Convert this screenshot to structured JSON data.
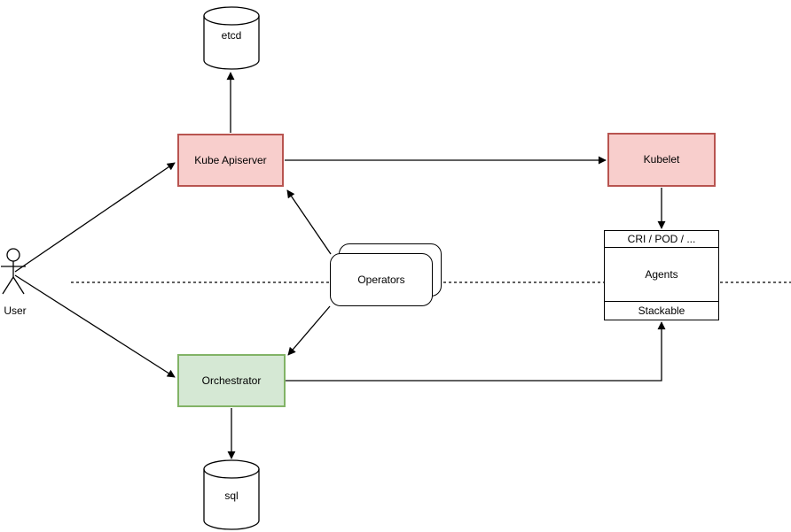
{
  "diagram": {
    "nodes": {
      "user": {
        "label": "User",
        "type": "actor"
      },
      "etcd": {
        "label": "etcd",
        "type": "database-cylinder"
      },
      "kube_apiserver": {
        "label": "Kube Apiserver",
        "fill": "#f8cecc",
        "stroke": "#b85450"
      },
      "kubelet": {
        "label": "Kubelet",
        "fill": "#f8cecc",
        "stroke": "#b85450"
      },
      "operators": {
        "label": "Operators",
        "type": "stacked-rounded-rectangles",
        "fill": "#ffffff",
        "stroke": "#000000"
      },
      "orchestrator": {
        "label": "Orchestrator",
        "fill": "#d5e8d4",
        "stroke": "#82b366"
      },
      "agent_stack": {
        "sections": [
          "CRI / POD / ...",
          "Agents",
          "Stackable"
        ],
        "fill": "#ffffff",
        "stroke": "#000000"
      },
      "sql": {
        "label": "sql",
        "type": "database-cylinder"
      }
    },
    "edges": [
      {
        "from": "user",
        "to": "kube_apiserver",
        "arrow": true
      },
      {
        "from": "user",
        "to": "orchestrator",
        "arrow": true
      },
      {
        "from": "kube_apiserver",
        "to": "etcd",
        "arrow": true
      },
      {
        "from": "kube_apiserver",
        "to": "kubelet",
        "arrow": true
      },
      {
        "from": "operators",
        "to": "kube_apiserver",
        "arrow": true
      },
      {
        "from": "operators",
        "to": "orchestrator",
        "arrow": true
      },
      {
        "from": "kubelet",
        "to": "agent_stack",
        "arrow": true
      },
      {
        "from": "orchestrator",
        "to": "agent_stack",
        "arrow": true,
        "routing": "orthogonal"
      },
      {
        "from": "orchestrator",
        "to": "sql",
        "arrow": true
      }
    ],
    "separator": {
      "style": "dashed",
      "orientation": "horizontal"
    }
  },
  "colors": {
    "node_red_fill": "#f8cecc",
    "node_red_stroke": "#b85450",
    "node_green_fill": "#d5e8d4",
    "node_green_stroke": "#82b366",
    "line": "#000000",
    "background": "#ffffff"
  }
}
